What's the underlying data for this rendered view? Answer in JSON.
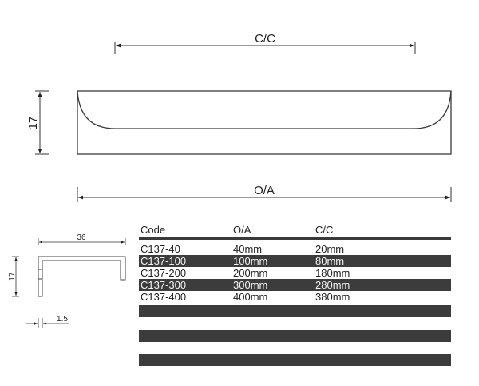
{
  "drawing": {
    "top_dimension_label": "C/C",
    "height_dimension_label": "17",
    "bottom_dimension_label": "O/A",
    "profile": {
      "width_label": "36",
      "height_label": "17",
      "thickness_label": "1.5"
    },
    "line_color": "#333333"
  },
  "table": {
    "headers": {
      "code": "Code",
      "oa": "O/A",
      "cc": "C/C"
    },
    "rows": [
      {
        "code": "C137-40",
        "oa": "40mm",
        "cc": "20mm",
        "shaded": false
      },
      {
        "code": "C137-100",
        "oa": "100mm",
        "cc": "80mm",
        "shaded": true
      },
      {
        "code": "C137-200",
        "oa": "200mm",
        "cc": "180mm",
        "shaded": false
      },
      {
        "code": "C137-300",
        "oa": "300mm",
        "cc": "280mm",
        "shaded": true
      },
      {
        "code": "C137-400",
        "oa": "400mm",
        "cc": "380mm",
        "shaded": false
      }
    ],
    "empty_bar_count": 3,
    "shade_color": "#3c3c3c"
  }
}
